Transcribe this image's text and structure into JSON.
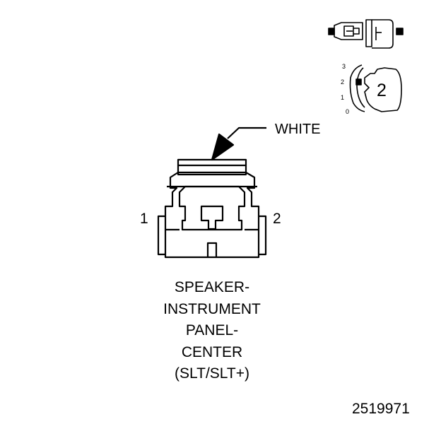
{
  "connector": {
    "color": "WHITE",
    "pin_labels": [
      "1",
      "2"
    ],
    "name_lines": [
      "SPEAKER-",
      "INSTRUMENT",
      "PANEL-",
      "CENTER",
      "(SLT/SLT+)"
    ]
  },
  "key_indicator": {
    "scale_labels": [
      "3",
      "2",
      "1",
      "0"
    ],
    "key_number": "2"
  },
  "figure_id": "2519971",
  "colors": {
    "ink": "#000000",
    "background": "#ffffff"
  },
  "icons": [
    "connector-front-view",
    "connector-side-view-icon",
    "key-position-icon",
    "arrow-pointer"
  ]
}
